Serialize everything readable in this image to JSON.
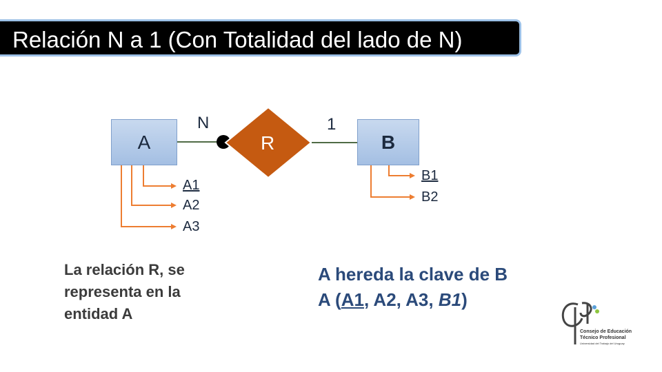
{
  "title": "Relación N a 1 (Con Totalidad del lado de N)",
  "entity_a": "A",
  "entity_b": "B",
  "relationship": "R",
  "cardinality_a": "N",
  "cardinality_b": "1",
  "attributes_a": [
    "A1",
    "A2",
    "A3"
  ],
  "attributes_b": [
    "B1",
    "B2"
  ],
  "note_left": [
    "La relación R, se",
    "representa en la",
    "entidad A"
  ],
  "note_right": {
    "line1": "A hereda la clave de B",
    "line2_prefix": "A (",
    "line2_key": "A1",
    "line2_mid": ", A2, A3, ",
    "line2_fk": "B1",
    "line2_suffix": ")"
  },
  "logo": {
    "line1": "Consejo de Educación",
    "line2": "Técnico Profesional",
    "line3": "Universidad del Trabajo del Uruguay"
  },
  "colors": {
    "relationship_fill": "#c55a11",
    "connector_line": "#ed7d31",
    "entity_fill": "#b4c7e7",
    "title_bg": "#000000",
    "title_border": "#9cc0e6"
  }
}
